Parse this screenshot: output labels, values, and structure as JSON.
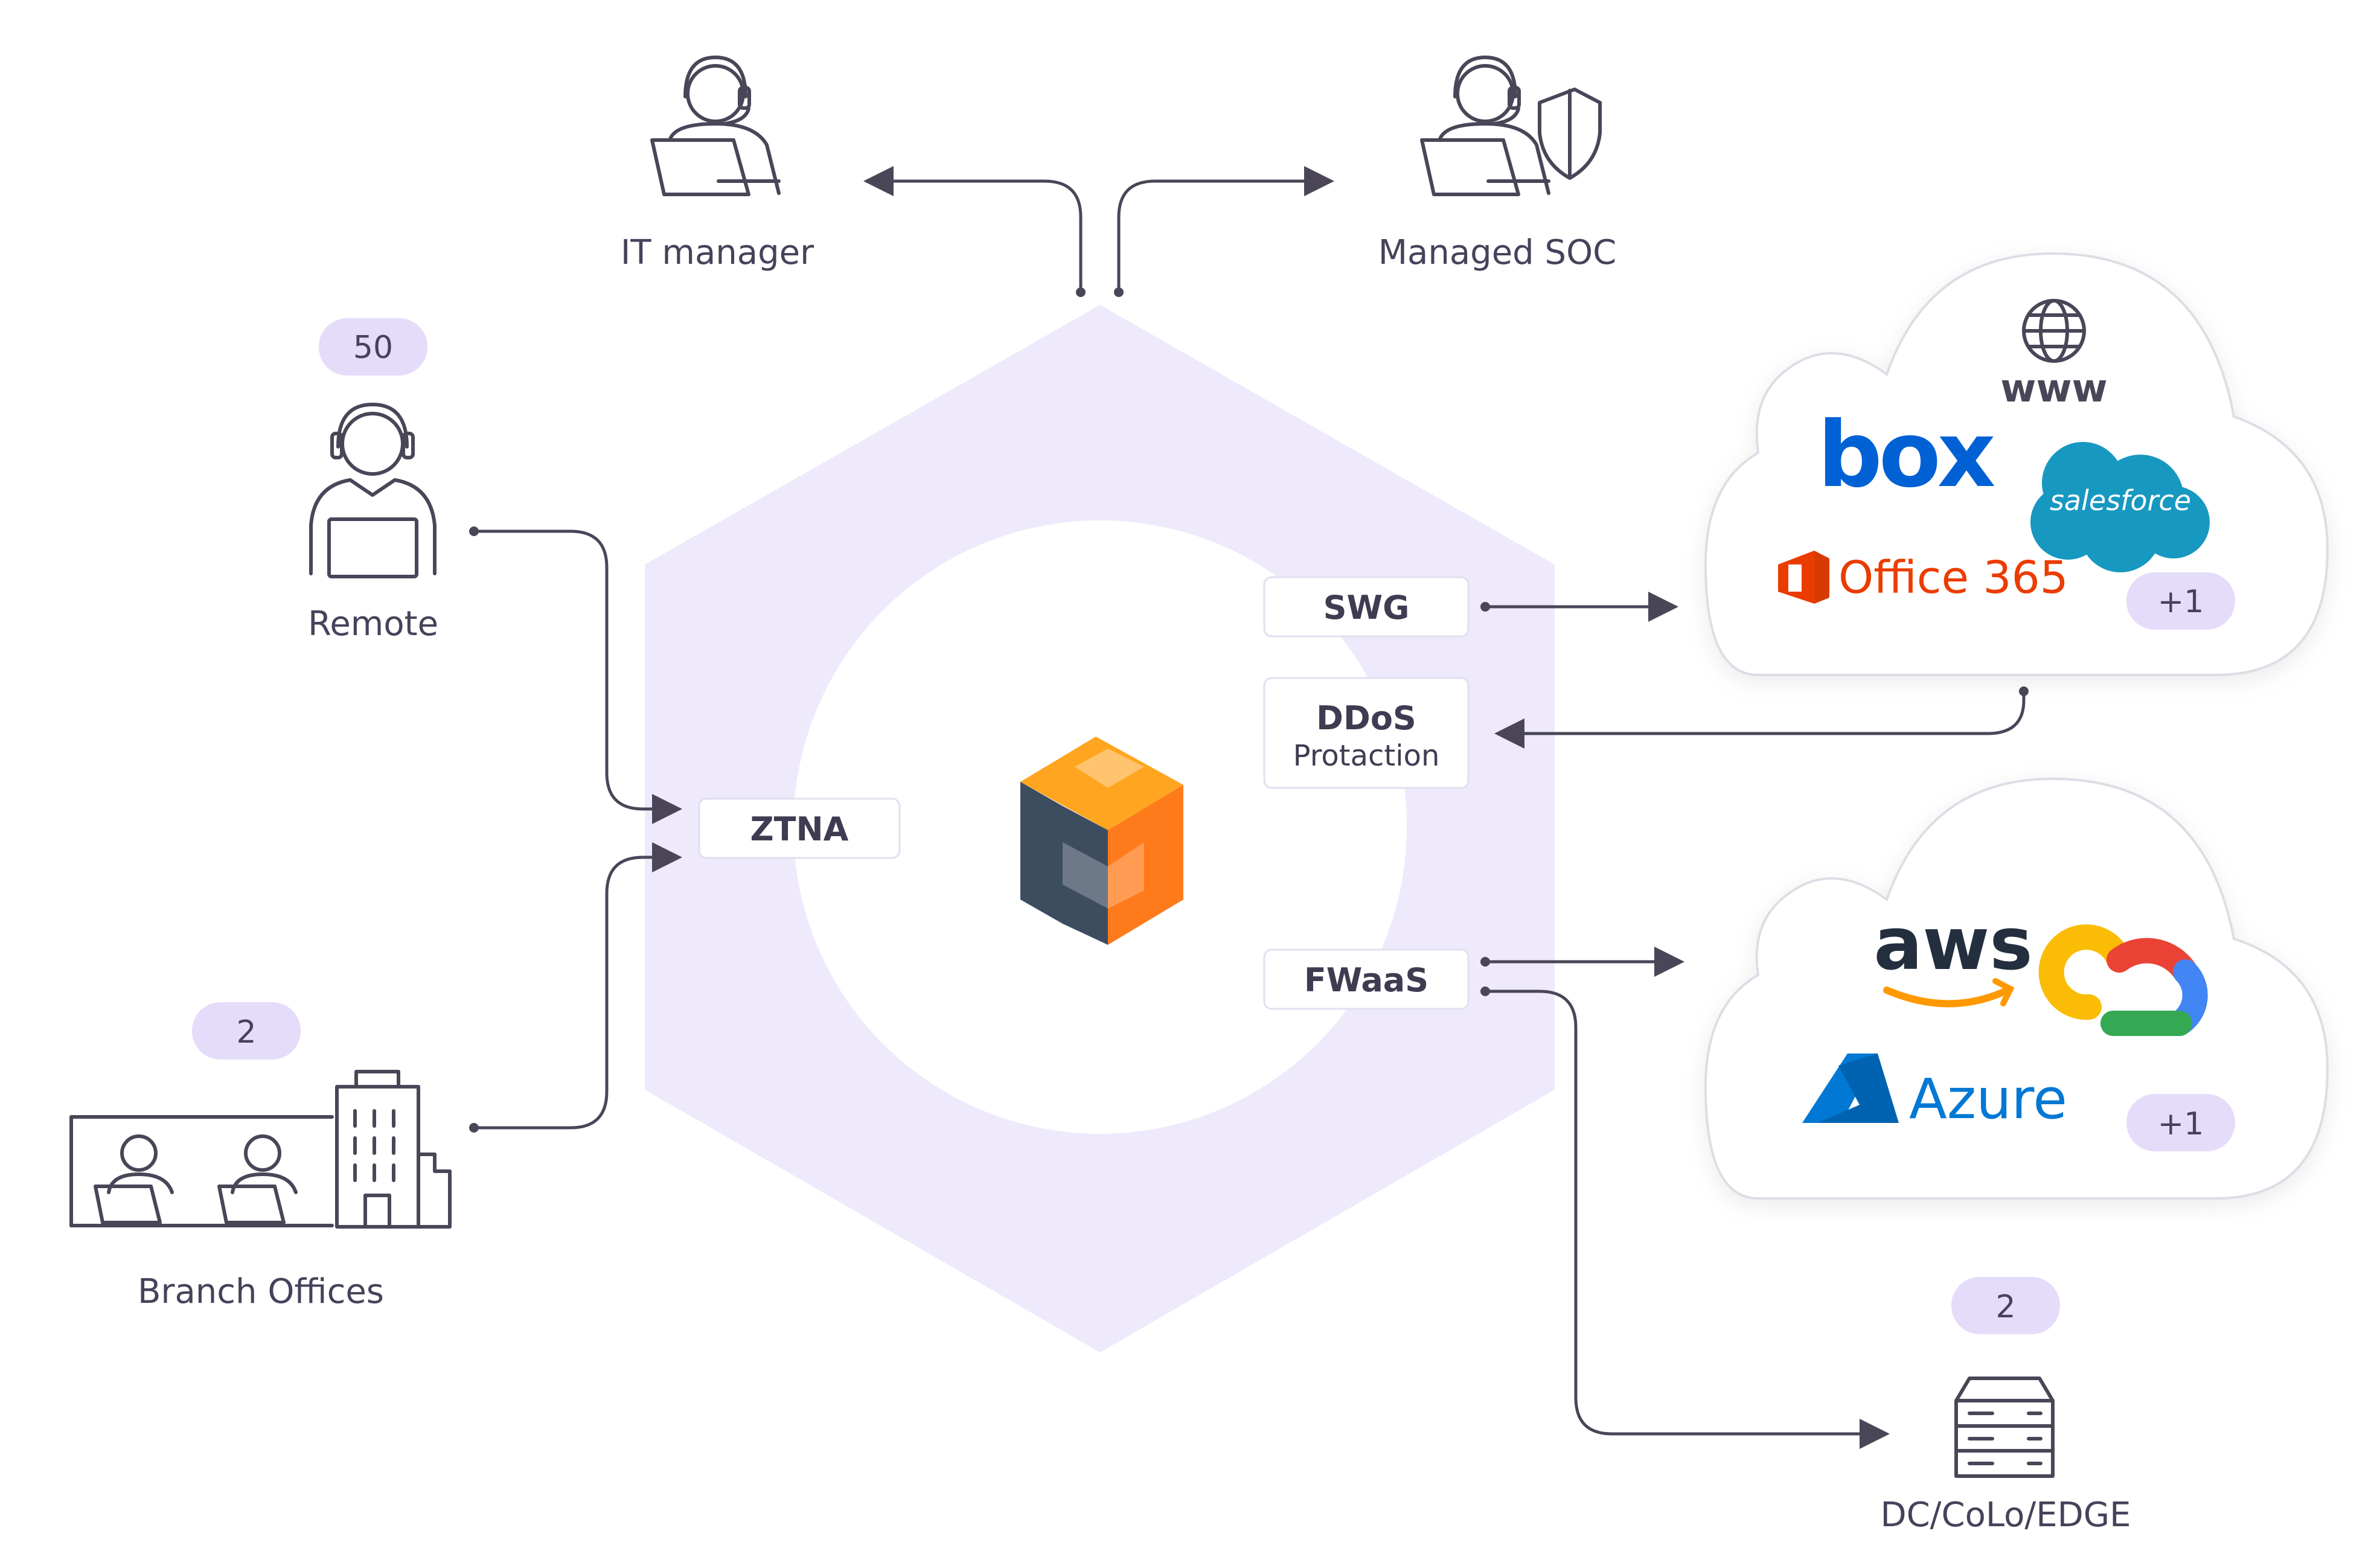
{
  "nodes": {
    "it_manager": "IT manager",
    "managed_soc": "Managed SOC",
    "remote": "Remote",
    "branch_offices": "Branch Offices",
    "dc": "DC/CoLo/EDGE"
  },
  "badges": {
    "remote": "50",
    "branch": "2",
    "dc": "2",
    "saas_more": "+1",
    "iaas_more": "+1"
  },
  "services": {
    "ztna": "ZTNA",
    "swg": "SWG",
    "ddos_line1": "DDoS",
    "ddos_line2": "Protaction",
    "fwaas": "FWaaS"
  },
  "saas": {
    "www": "www",
    "box": "box",
    "salesforce": "salesforce",
    "office": "Office 365"
  },
  "iaas": {
    "aws": "aws",
    "azure": "Azure"
  },
  "colors": {
    "hexagon": "#eeeafb",
    "badge": "#e5dcfa",
    "line": "#4a4658",
    "text": "#46425a",
    "box_blue": "#0061d5",
    "salesforce_blue": "#1798c1",
    "office_red": "#eb3c00",
    "azure_blue": "#0078d4",
    "aws_orange": "#ff9900",
    "logo_orange": "#ff7a1a",
    "logo_yellow": "#ffa51f",
    "logo_slate": "#3d4d60"
  }
}
